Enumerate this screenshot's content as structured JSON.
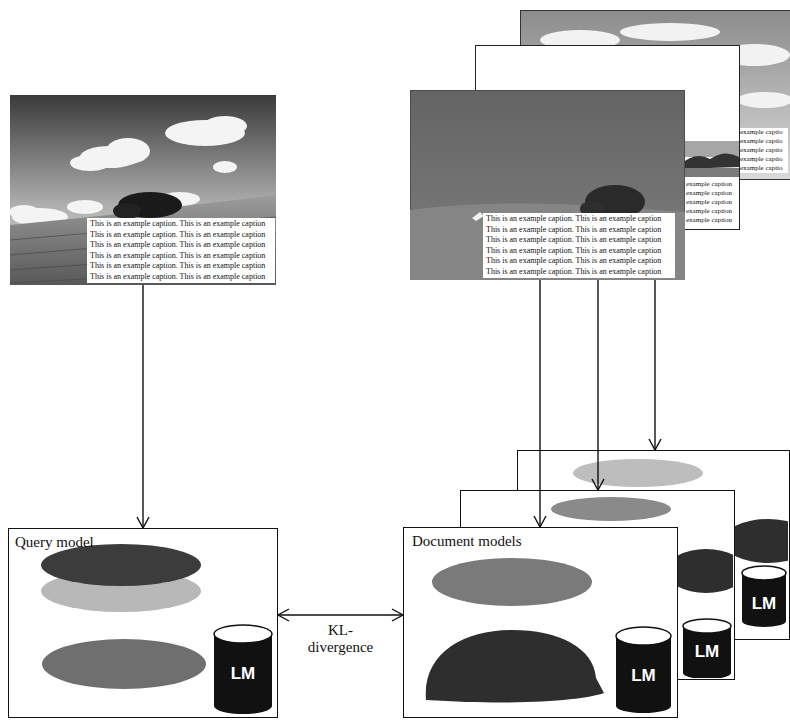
{
  "diagram": {
    "nodes": [
      {
        "text": [
          "This is an example caption. This is an example caption This is an example caption. This is an example caption This is an example caption. This is an example caption This is an example caption. This is an example caption This is an example caption. This is an example caption This is an example caption. This is an example caption"
        ]
      },
      {
        "text": [
          "example captio example captio example captio example captio example captio"
        ]
      },
      {
        "text": [
          "example caption example caption example caption example caption example caption"
        ]
      },
      {
        "text": [
          "This is an example caption. This is an example caption This is an example caption. This is an example caption This is an example caption. This is an example caption This is an example caption. This is an example caption This is an example caption. This is an example caption This is an example caption. This is an example caption"
        ]
      },
      {
        "text": [
          "Query model",
          "LM"
        ]
      },
      {
        "text": [
          "LM"
        ]
      },
      {
        "text": [
          "LM"
        ]
      },
      {
        "text": [
          "Document models",
          "LM"
        ]
      }
    ],
    "edges": [
      {
        "from": 0,
        "to": 4,
        "arrow": "to"
      },
      {
        "from": 3,
        "to": 5,
        "arrow": "to"
      },
      {
        "from": 3,
        "to": 6,
        "arrow": "to"
      },
      {
        "from": 3,
        "to": 7,
        "arrow": "to"
      },
      {
        "from": 4,
        "to": 7,
        "label": "KL-divergence",
        "arrow": "both"
      }
    ]
  }
}
